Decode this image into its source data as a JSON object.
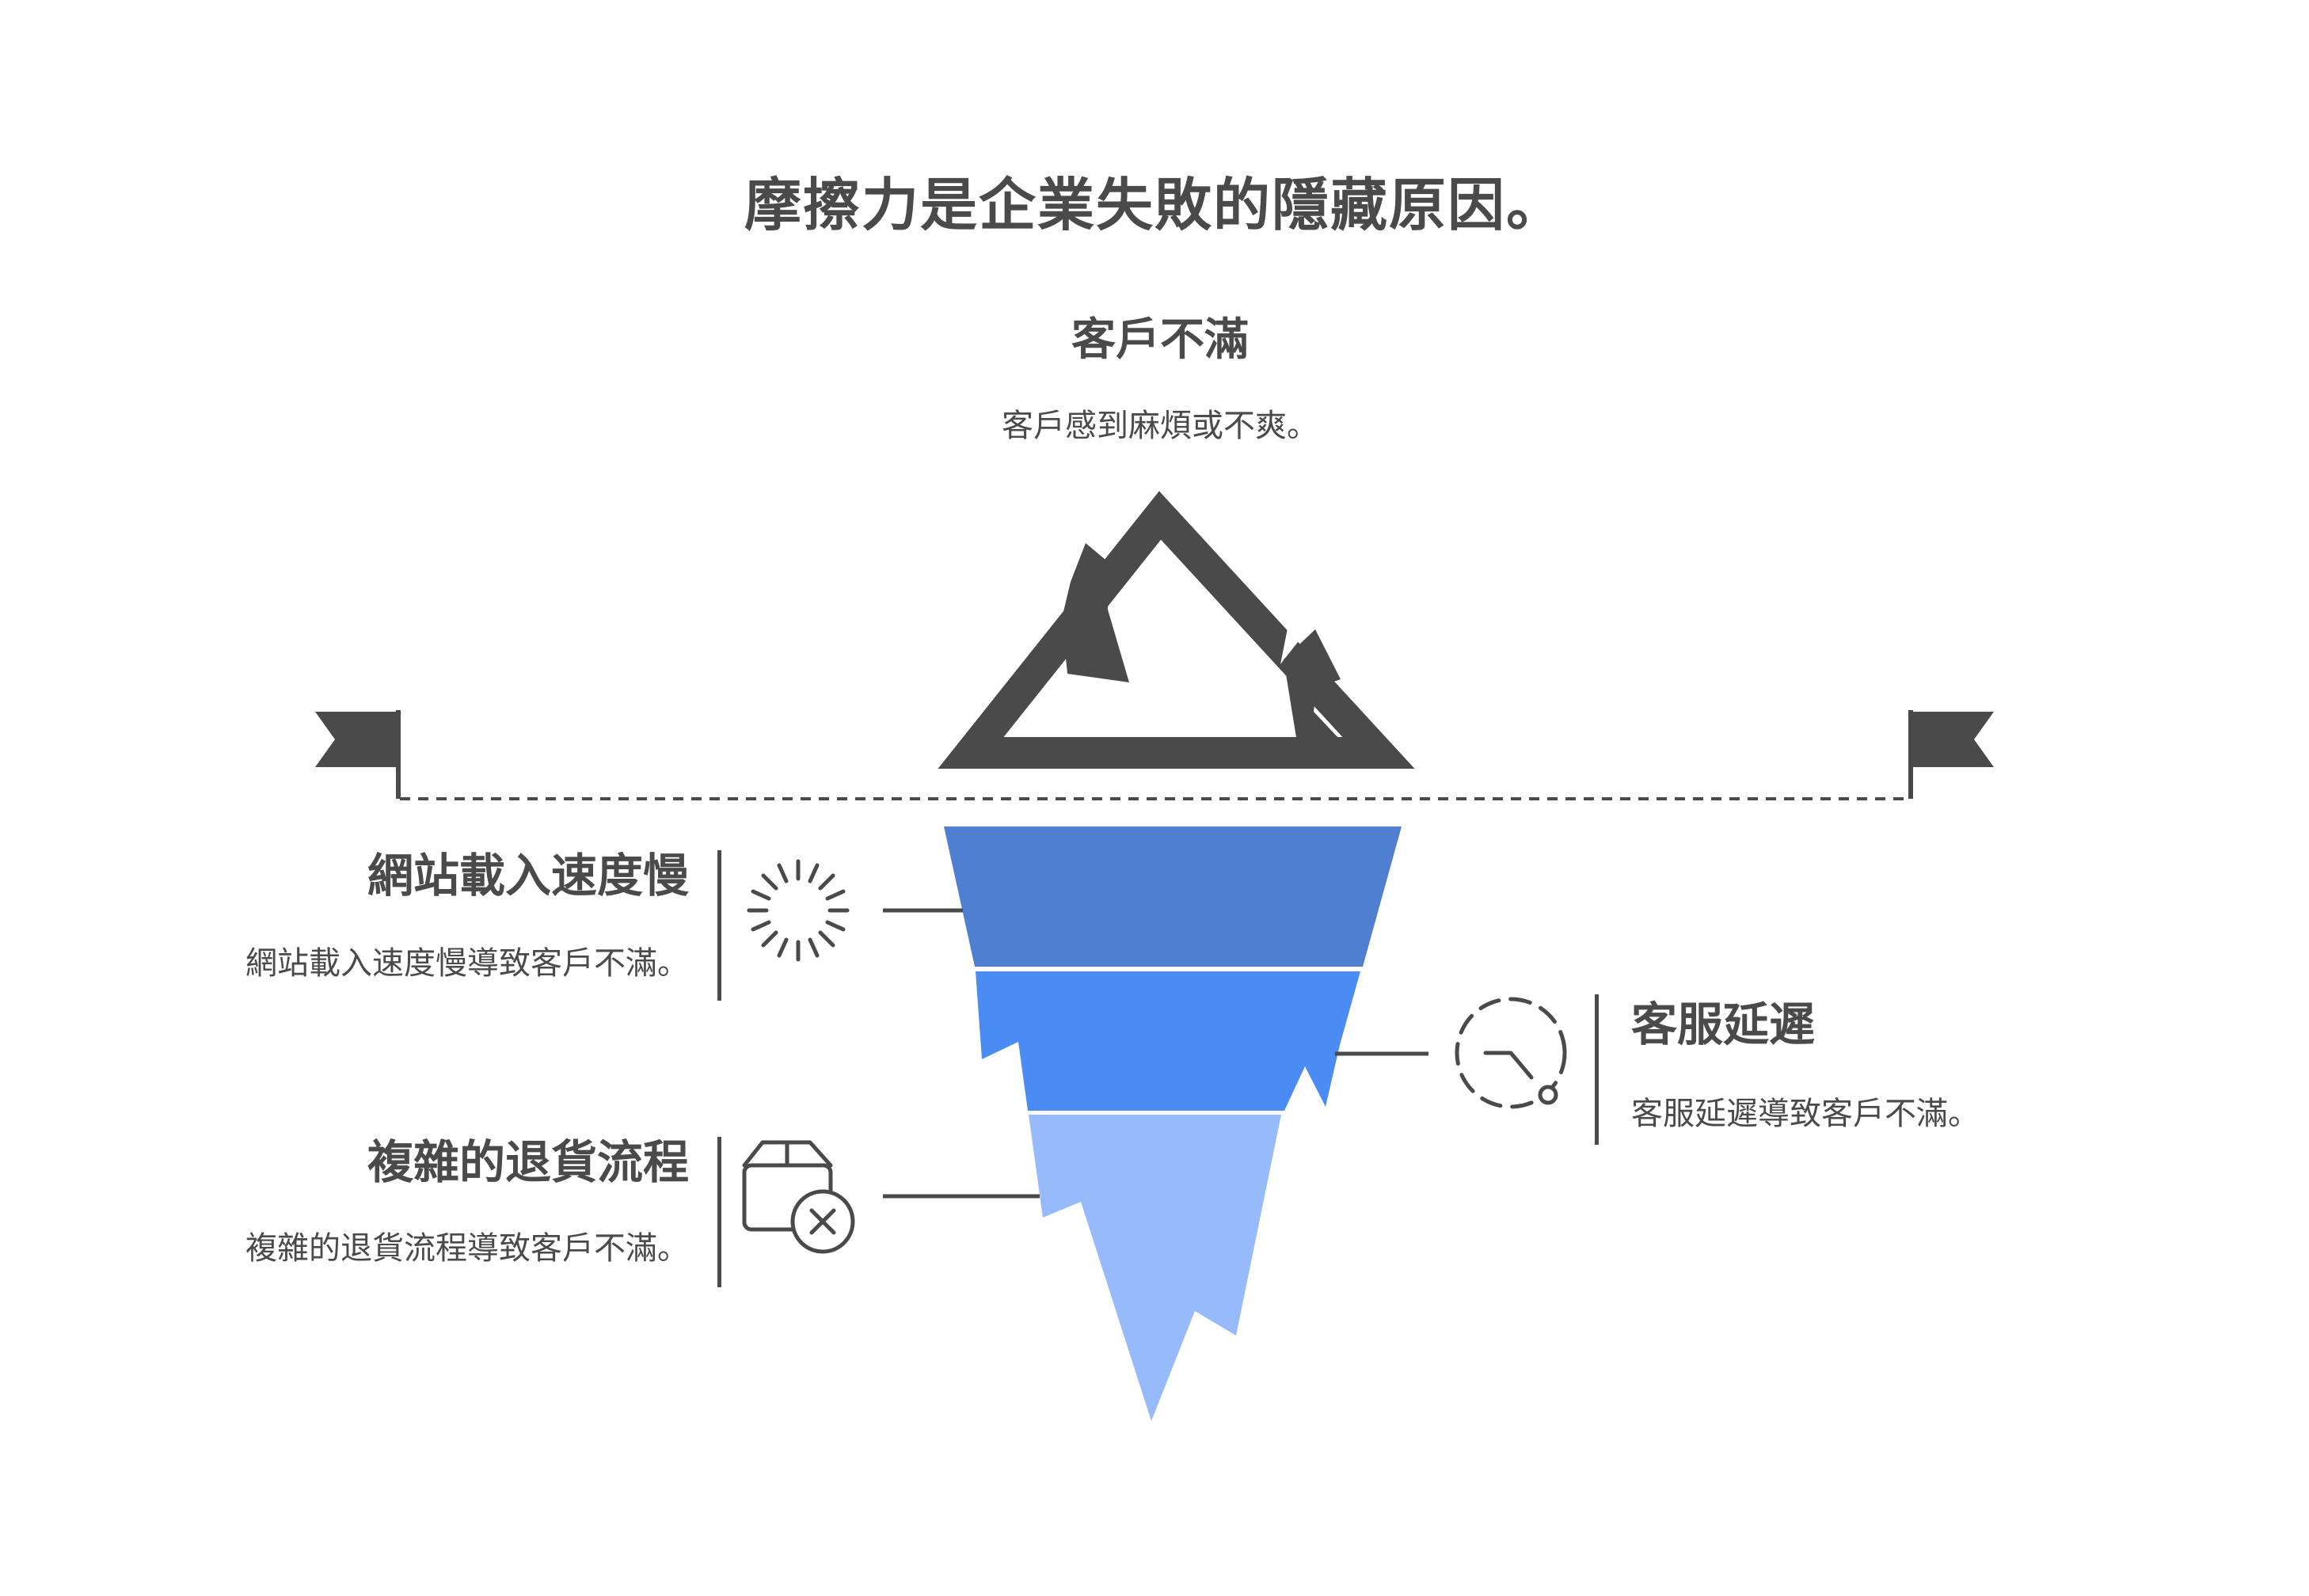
{
  "page_title": "摩擦力是企業失敗的隱藏原因。",
  "surface": {
    "title": "客戶不滿",
    "description": "客戶感到麻煩或不爽。"
  },
  "causes": [
    {
      "title": "網站載入速度慢",
      "description": "網站載入速度慢導致客戶不滿。",
      "icon": "spinner-icon",
      "side": "left"
    },
    {
      "title": "客服延遲",
      "description": "客服延遲導致客戶不滿。",
      "icon": "clock-icon",
      "side": "right"
    },
    {
      "title": "複雜的退貨流程",
      "description": "複雜的退貨流程導致客戶不滿。",
      "icon": "package-x-icon",
      "side": "left"
    }
  ],
  "iceberg": {
    "above_water": "客戶不滿",
    "below_water_levels": [
      "網站載入速度慢",
      "客服延遲",
      "複雜的退貨流程"
    ]
  },
  "colors": {
    "ink": "#4A4A4A",
    "background": "#FFFFFF",
    "iceberg_top": "#4E7FD0",
    "iceberg_middle": "#4B8CF4",
    "iceberg_bottom": "#96BAFA"
  }
}
